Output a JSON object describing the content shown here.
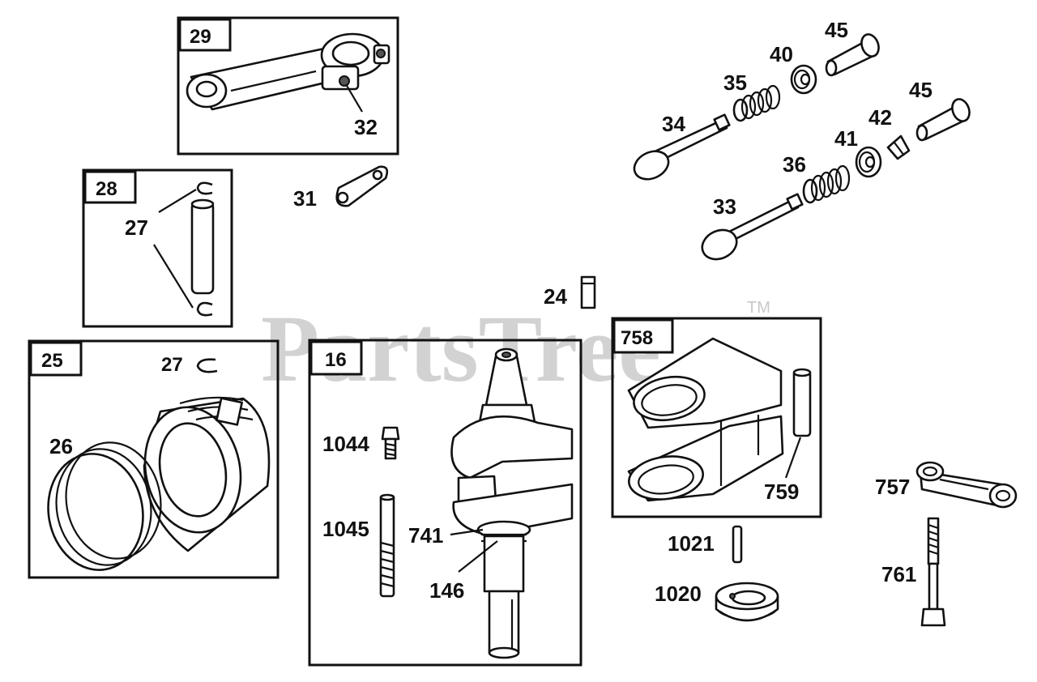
{
  "watermark": {
    "text": "PartsTree",
    "trademark": "TM"
  },
  "boxes": [
    {
      "id": "29",
      "label": "29"
    },
    {
      "id": "28",
      "label": "28"
    },
    {
      "id": "25",
      "label": "25"
    },
    {
      "id": "16",
      "label": "16"
    },
    {
      "id": "758",
      "label": "758"
    }
  ],
  "callouts": {
    "c32": "32",
    "c31": "31",
    "c27a": "27",
    "c27b": "27",
    "c26": "26",
    "c34": "34",
    "c35": "35",
    "c40": "40",
    "c45a": "45",
    "c45b": "45",
    "c42": "42",
    "c41": "41",
    "c36": "36",
    "c33": "33",
    "c24": "24",
    "c1044": "1044",
    "c1045": "1045",
    "c741": "741",
    "c146": "146",
    "c759": "759",
    "c757": "757",
    "c761": "761",
    "c1021": "1021",
    "c1020": "1020"
  }
}
